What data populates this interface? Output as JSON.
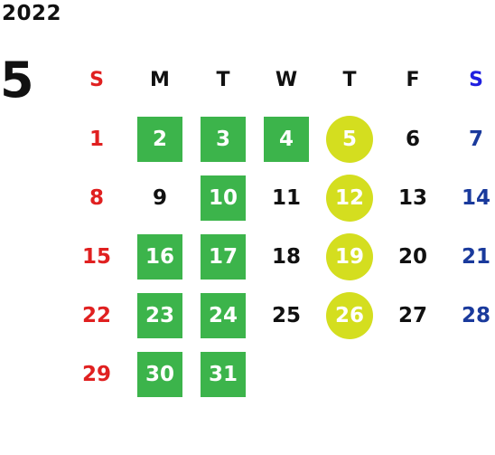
{
  "year": "2022",
  "month": "5",
  "colors": {
    "sunday": "#e02020",
    "saturday_header": "#1f1fe0",
    "saturday": "#1a3a9c",
    "weekday": "#111111",
    "square_marker": "#3cb44b",
    "circle_marker": "#d4de1f",
    "marker_text": "#ffffff"
  },
  "weekdays": [
    "S",
    "M",
    "T",
    "W",
    "T",
    "F",
    "S"
  ],
  "weeks": [
    [
      {
        "day": "1",
        "mark": "none"
      },
      {
        "day": "2",
        "mark": "square"
      },
      {
        "day": "3",
        "mark": "square"
      },
      {
        "day": "4",
        "mark": "square"
      },
      {
        "day": "5",
        "mark": "circle"
      },
      {
        "day": "6",
        "mark": "none"
      },
      {
        "day": "7",
        "mark": "none"
      }
    ],
    [
      {
        "day": "8",
        "mark": "none"
      },
      {
        "day": "9",
        "mark": "none"
      },
      {
        "day": "10",
        "mark": "square"
      },
      {
        "day": "11",
        "mark": "none"
      },
      {
        "day": "12",
        "mark": "circle"
      },
      {
        "day": "13",
        "mark": "none"
      },
      {
        "day": "14",
        "mark": "none"
      }
    ],
    [
      {
        "day": "15",
        "mark": "none"
      },
      {
        "day": "16",
        "mark": "square"
      },
      {
        "day": "17",
        "mark": "square"
      },
      {
        "day": "18",
        "mark": "none"
      },
      {
        "day": "19",
        "mark": "circle"
      },
      {
        "day": "20",
        "mark": "none"
      },
      {
        "day": "21",
        "mark": "none"
      }
    ],
    [
      {
        "day": "22",
        "mark": "none"
      },
      {
        "day": "23",
        "mark": "square"
      },
      {
        "day": "24",
        "mark": "square"
      },
      {
        "day": "25",
        "mark": "none"
      },
      {
        "day": "26",
        "mark": "circle"
      },
      {
        "day": "27",
        "mark": "none"
      },
      {
        "day": "28",
        "mark": "none"
      }
    ],
    [
      {
        "day": "29",
        "mark": "none"
      },
      {
        "day": "30",
        "mark": "square"
      },
      {
        "day": "31",
        "mark": "square"
      }
    ]
  ]
}
